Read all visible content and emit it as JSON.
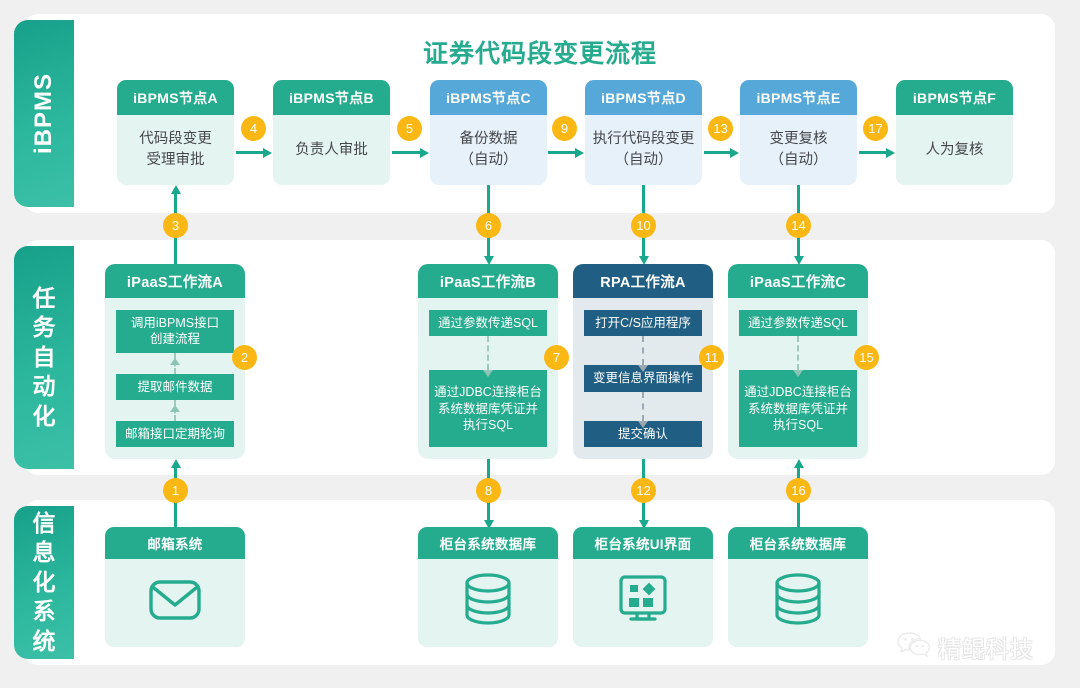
{
  "title": "证券代码段变更流程",
  "lanes": [
    {
      "id": "ibpms",
      "label": "iBPMS",
      "orientation": "latin"
    },
    {
      "id": "automation",
      "label": "任务自动化",
      "orientation": "cjk-vertical"
    },
    {
      "id": "information",
      "label": "信息化系统",
      "orientation": "cjk-vertical"
    }
  ],
  "ibpms_nodes": [
    {
      "header": "iBPMS节点A",
      "body": "代码段变更\n受理审批",
      "color": "teal"
    },
    {
      "header": "iBPMS节点B",
      "body": "负责人审批",
      "color": "teal"
    },
    {
      "header": "iBPMS节点C",
      "body": "备份数据\n（自动）",
      "color": "blue"
    },
    {
      "header": "iBPMS节点D",
      "body": "执行代码段变更\n（自动）",
      "color": "blue"
    },
    {
      "header": "iBPMS节点E",
      "body": "变更复核\n（自动）",
      "color": "blue"
    },
    {
      "header": "iBPMS节点F",
      "body": "人为复核",
      "color": "teal"
    }
  ],
  "workflows": [
    {
      "header": "iPaaS工作流A",
      "color": "teal",
      "flow": "up",
      "steps": [
        "调用iBPMS接口\n创建流程",
        "提取邮件数据",
        "邮箱接口定期轮询"
      ]
    },
    {
      "header": "iPaaS工作流B",
      "color": "teal",
      "flow": "down",
      "steps": [
        "通过参数传递SQL",
        "通过JDBC连接柜台\n系统数据库凭证并\n执行SQL"
      ]
    },
    {
      "header": "RPA工作流A",
      "color": "navy",
      "flow": "down",
      "steps": [
        "打开C/S应用程序",
        "变更信息界面操作",
        "提交确认"
      ]
    },
    {
      "header": "iPaaS工作流C",
      "color": "teal",
      "flow": "down",
      "steps": [
        "通过参数传递SQL",
        "通过JDBC连接柜台\n系统数据库凭证并\n执行SQL"
      ]
    }
  ],
  "systems": [
    {
      "header": "邮箱系统",
      "icon": "mail-icon"
    },
    {
      "header": "柜台系统数据库",
      "icon": "database-icon"
    },
    {
      "header": "柜台系统UI界面",
      "icon": "ui-screen-icon"
    },
    {
      "header": "柜台系统数据库",
      "icon": "database-icon"
    }
  ],
  "step_badges": [
    {
      "n": "1"
    },
    {
      "n": "2"
    },
    {
      "n": "3"
    },
    {
      "n": "4"
    },
    {
      "n": "5"
    },
    {
      "n": "6"
    },
    {
      "n": "7"
    },
    {
      "n": "8"
    },
    {
      "n": "9"
    },
    {
      "n": "10"
    },
    {
      "n": "11"
    },
    {
      "n": "12"
    },
    {
      "n": "13"
    },
    {
      "n": "14"
    },
    {
      "n": "15"
    },
    {
      "n": "16"
    },
    {
      "n": "17"
    }
  ],
  "watermark": {
    "text": "精鲲科技",
    "icon": "wechat-icon"
  },
  "colors": {
    "teal": "#25ab8e",
    "teal_light": "#e4f4f0",
    "blue": "#56a8d8",
    "blue_light": "#e7f1fa",
    "navy": "#205f83",
    "navy_light": "#e3eaee",
    "badge": "#fbb713",
    "title": "#27ab8f",
    "connector": "#19a88c",
    "page_bg": "#f0f0f0"
  }
}
